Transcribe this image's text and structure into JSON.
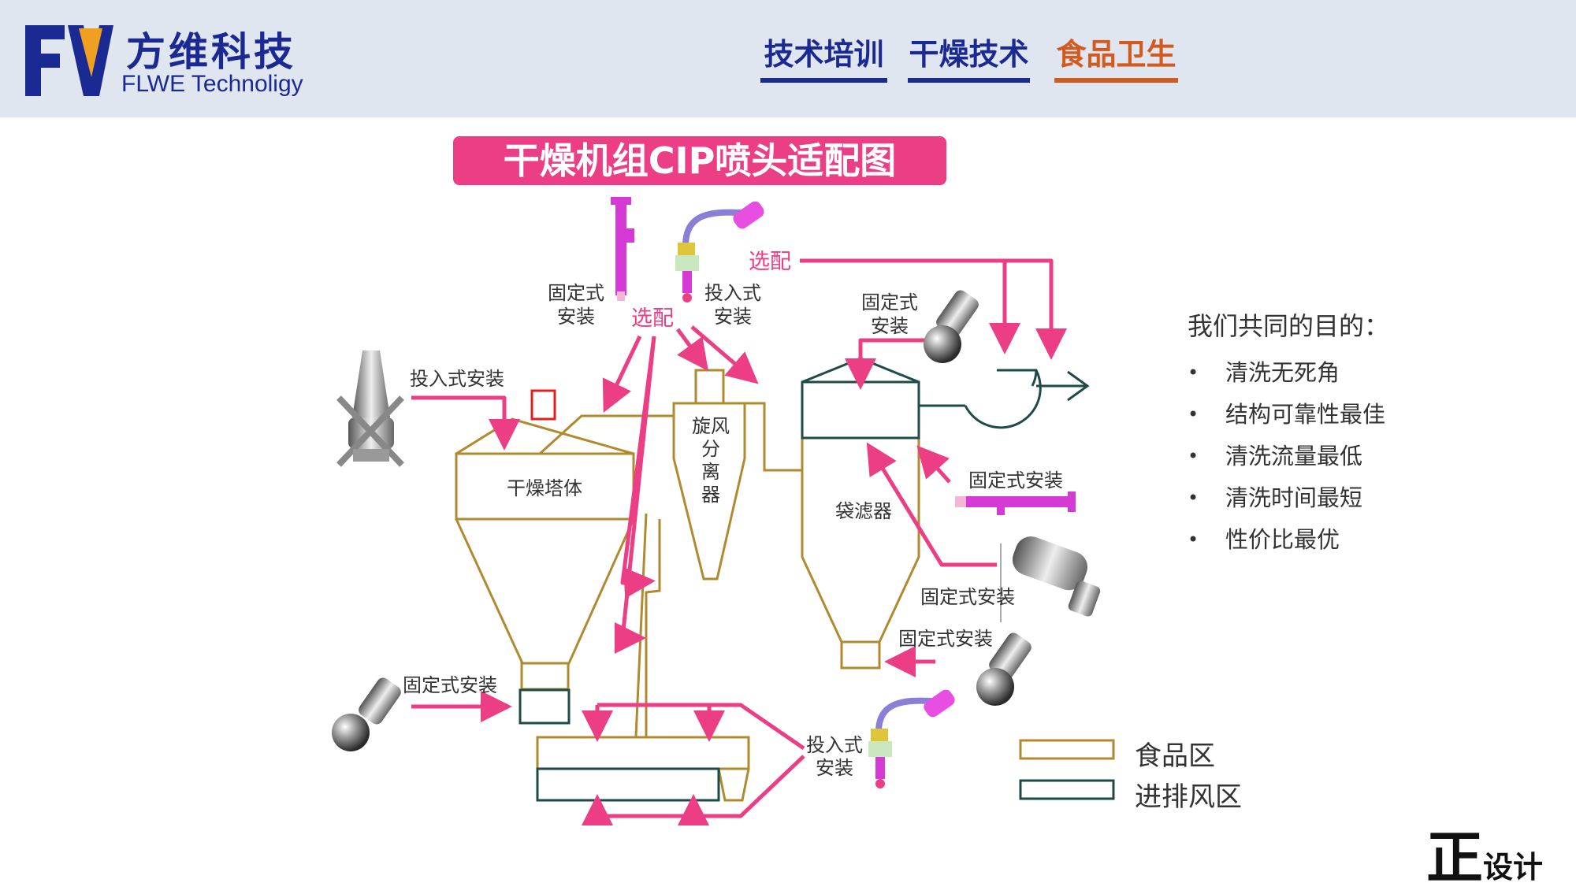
{
  "header": {
    "brand_cn": "方维科技",
    "brand_en": "FLWE Technoligy",
    "logo_letters": "FV",
    "nav": [
      {
        "label": "技术培训",
        "active": false
      },
      {
        "label": "干燥技术",
        "active": false
      },
      {
        "label": "食品卫生",
        "active": true
      }
    ]
  },
  "diagram": {
    "title": "干燥机组CIP喷头适配图",
    "units": {
      "dryer": "干燥塔体",
      "cyclone": [
        "旋风",
        "分",
        "离",
        "器"
      ],
      "bag_filter": "袋滤器"
    },
    "labels": {
      "fixed_install": "固定式安装",
      "insert_install": "投入式安装",
      "fixed_top": [
        "固定式",
        "安装"
      ],
      "insert_top": [
        "投入式",
        "安装"
      ],
      "optional": "选配",
      "insert_bottom": [
        "投入式",
        "安装"
      ]
    },
    "legend": [
      {
        "label": "食品区",
        "color": "#b08a2e"
      },
      {
        "label": "进排风区",
        "color": "#1e4a47"
      }
    ]
  },
  "goals": {
    "title": "我们共同的目的：",
    "items": [
      "清洗无死角",
      "结构可靠性最佳",
      "清洗流量最低",
      "清洗时间最短",
      "性价比最优"
    ]
  },
  "footer": {
    "mark": "正",
    "text": "设计"
  },
  "colors": {
    "brand_blue": "#1b2a92",
    "accent_orange": "#d35a1e",
    "arrow_pink": "#ec3e85",
    "food_zone": "#b08a2e",
    "air_zone": "#1e4a47",
    "header_bg": "#dfe6ef"
  }
}
